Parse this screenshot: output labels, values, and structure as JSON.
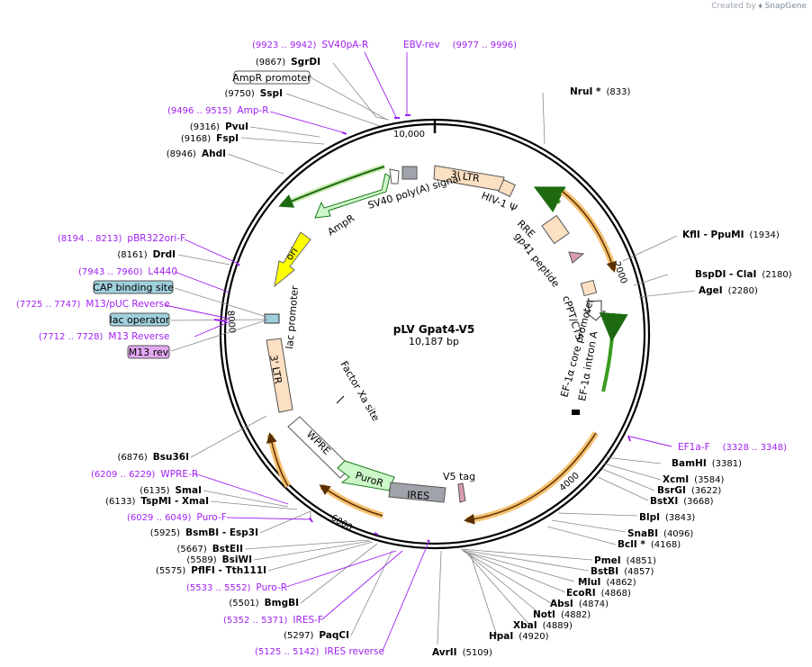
{
  "credit": {
    "prefix": "Created by",
    "brand": "SnapGene"
  },
  "plasmid": {
    "name": "pLV Gpat4-V5",
    "length_label": "10,187 bp"
  },
  "ticks": [
    "2000",
    "4000",
    "6000",
    "8000",
    "10,000"
  ],
  "enzymes": [
    {
      "name": "SgrDI",
      "num": "(9867)",
      "side": "left"
    },
    {
      "name": "SspI",
      "num": "(9750)",
      "side": "left"
    },
    {
      "name": "PvuI",
      "num": "(9316)",
      "side": "left"
    },
    {
      "name": "FspI",
      "num": "(9168)",
      "side": "left"
    },
    {
      "name": "AhdI",
      "num": "(8946)",
      "side": "left"
    },
    {
      "name": "DrdI",
      "num": "(8161)",
      "side": "left"
    },
    {
      "name": "Bsu36I",
      "num": "(6876)",
      "side": "left"
    },
    {
      "name": "SmaI",
      "num": "(6135)",
      "side": "left"
    },
    {
      "name": "TspMI  - XmaI",
      "num": "(6133)",
      "side": "left"
    },
    {
      "name": "BsmBI  - Esp3I",
      "num": "(5925)",
      "side": "left"
    },
    {
      "name": "BstEII",
      "num": "(5667)",
      "side": "left"
    },
    {
      "name": "BsiWI",
      "num": "(5589)",
      "side": "left"
    },
    {
      "name": "PflFI  - Tth111I",
      "num": "(5575)",
      "side": "left"
    },
    {
      "name": "BmgBI",
      "num": "(5501)",
      "side": "left"
    },
    {
      "name": "PaqCI",
      "num": "(5297)",
      "side": "left"
    },
    {
      "name": "NruI *",
      "num": "(833)",
      "side": "right"
    },
    {
      "name": "KflI  - PpuMI",
      "num": "(1934)",
      "side": "right"
    },
    {
      "name": "BspDI  - ClaI",
      "num": "(2180)",
      "side": "right"
    },
    {
      "name": "AgeI",
      "num": "(2280)",
      "side": "right"
    },
    {
      "name": "BamHI",
      "num": "(3381)",
      "side": "right"
    },
    {
      "name": "XcmI",
      "num": "(3584)",
      "side": "right"
    },
    {
      "name": "BsrGI",
      "num": "(3622)",
      "side": "right"
    },
    {
      "name": "BstXI",
      "num": "(3668)",
      "side": "right"
    },
    {
      "name": "BlpI",
      "num": "(3843)",
      "side": "right"
    },
    {
      "name": "SnaBI",
      "num": "(4096)",
      "side": "right"
    },
    {
      "name": "BclI *",
      "num": "(4168)",
      "side": "right"
    },
    {
      "name": "PmeI",
      "num": "(4851)",
      "side": "right"
    },
    {
      "name": "BstBI",
      "num": "(4857)",
      "side": "right"
    },
    {
      "name": "MluI",
      "num": "(4862)",
      "side": "right"
    },
    {
      "name": "EcoRI",
      "num": "(4868)",
      "side": "right"
    },
    {
      "name": "AbsI",
      "num": "(4874)",
      "side": "right"
    },
    {
      "name": "NotI",
      "num": "(4882)",
      "side": "right"
    },
    {
      "name": "XbaI",
      "num": "(4889)",
      "side": "right"
    },
    {
      "name": "HpaI",
      "num": "(4920)",
      "side": "right"
    },
    {
      "name": "AvrII",
      "num": "(5109)",
      "side": "right"
    }
  ],
  "primers": [
    {
      "name": "SV40pA-R",
      "range": "(9923 .. 9942)"
    },
    {
      "name": "EBV-rev",
      "range": "(9977 .. 9996)"
    },
    {
      "name": "Amp-R",
      "range": "(9496 .. 9515)"
    },
    {
      "name": "pBR322ori-F",
      "range": "(8194 .. 8213)"
    },
    {
      "name": "L4440",
      "range": "(7943 .. 7960)"
    },
    {
      "name": "M13/pUC Reverse",
      "range": "(7725 .. 7747)"
    },
    {
      "name": "M13 Reverse",
      "range": "(7712 .. 7728)"
    },
    {
      "name": "EF1a-F",
      "range": "(3328 .. 3348)"
    },
    {
      "name": "WPRE-R",
      "range": "(6209 .. 6229)"
    },
    {
      "name": "Puro-F",
      "range": "(6029 .. 6049)"
    },
    {
      "name": "Puro-R",
      "range": "(5533 .. 5552)"
    },
    {
      "name": "IRES-F",
      "range": "(5352 .. 5371)"
    },
    {
      "name": "IRES reverse",
      "range": "(5125 .. 5142)"
    }
  ],
  "boxed_labels": [
    {
      "text": "AmpR promoter",
      "fill": "#ffffff",
      "stroke": "#555555"
    },
    {
      "text": "CAP binding site",
      "fill": "#9fd0dc",
      "stroke": "#555555"
    },
    {
      "text": "lac operator",
      "fill": "#9fd0dc",
      "stroke": "#555555"
    },
    {
      "text": "M13 rev",
      "fill": "#e2a8f2",
      "stroke": "#555555"
    }
  ],
  "features": [
    "SV40 poly(A) signal",
    "AmpR",
    "ori",
    "lac promoter",
    "3' LTR",
    "HIV-1 Ψ",
    "RRE",
    "gp41 peptide",
    "cPPT/CTS",
    "EF-1α core promoter",
    "EF-1α intron A",
    "Factor Xa site",
    "WPRE",
    "PuroR",
    "IRES",
    "V5 tag",
    "3' LTR"
  ],
  "colors": {
    "primer": "#a020f0",
    "ampr": "#ccf7c8",
    "ampr_stroke": "#1e7a1e",
    "ori": "#ffff00",
    "ltr": "#fce0c2",
    "orange_arrow": "#f5a623",
    "green_arrow": "#3a9b1f",
    "ires": "#a0a4aa",
    "pale_blue": "#9fd0dc"
  }
}
